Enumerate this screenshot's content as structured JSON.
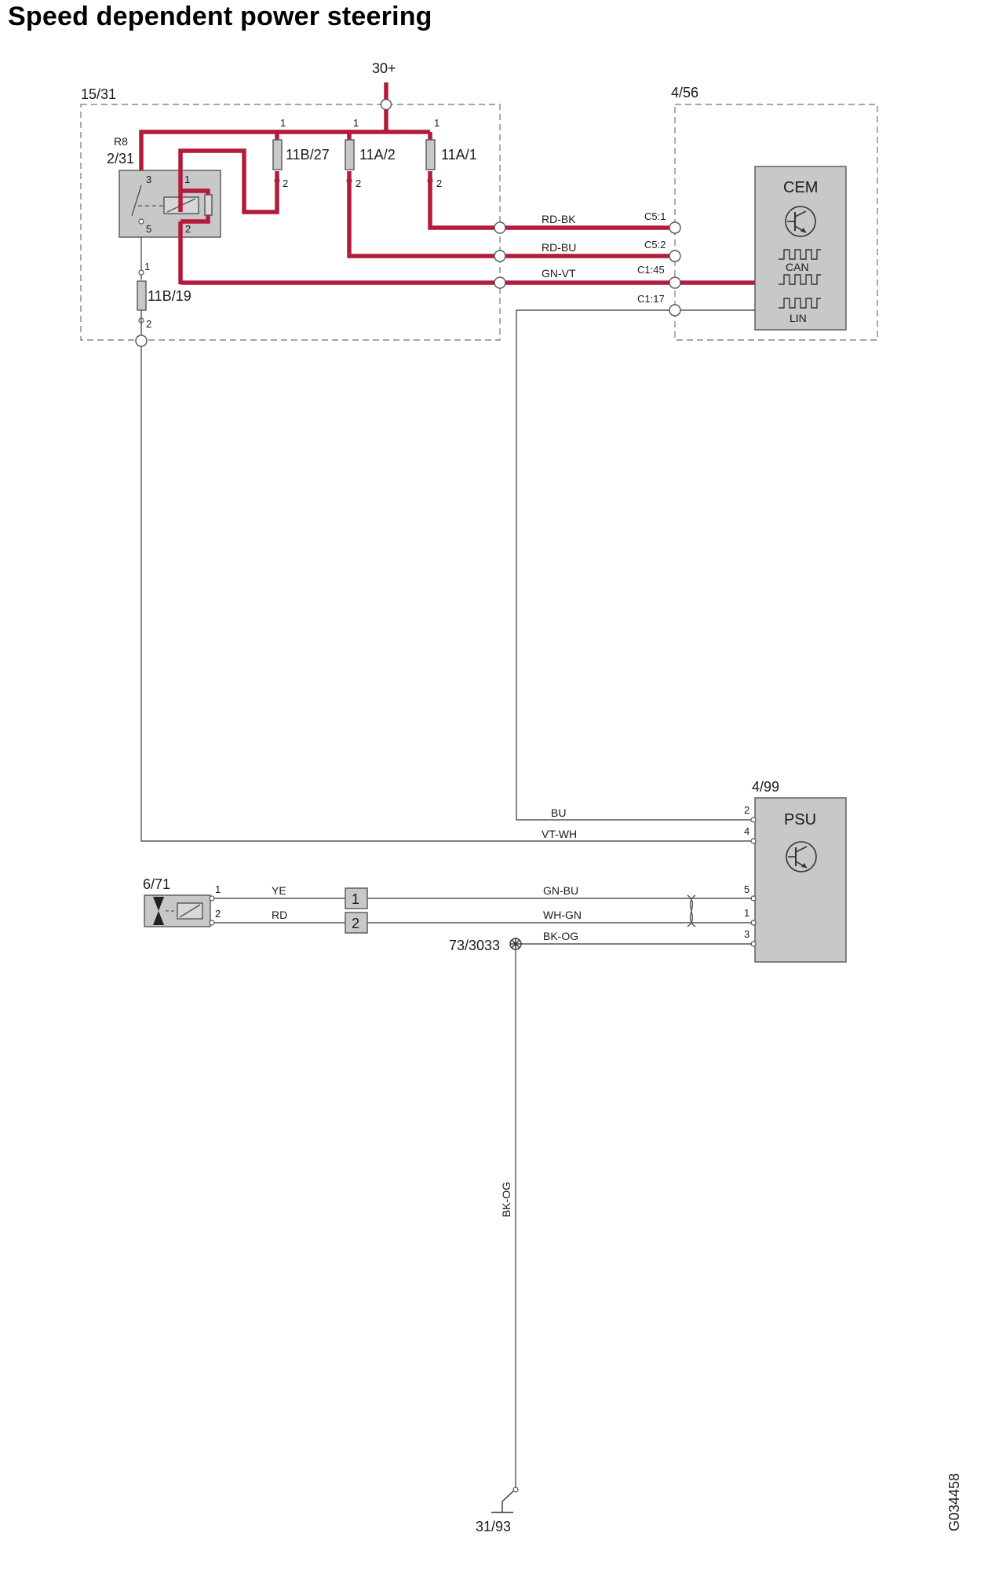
{
  "title": "Speed dependent power steering",
  "image_code": "G034458",
  "components": {
    "box_15_31": "15/31",
    "box_4_56": "4/56",
    "supply": "30+",
    "relay_r8": "R8",
    "relay_id": "2/31",
    "relay_pins": [
      "3",
      "1",
      "5",
      "2"
    ],
    "fuse_11b27": "11B/27",
    "fuse_11a2": "11A/2",
    "fuse_11a1": "11A/1",
    "fuse_11b19": "11B/19",
    "cem": "CEM",
    "can": "CAN",
    "lin": "LIN",
    "psu_id": "4/99",
    "psu": "PSU",
    "sensor_id": "6/71",
    "ground_point": "73/3033",
    "ground": "31/93"
  },
  "pins": {
    "one": "1",
    "two": "2",
    "three": "3",
    "four": "4",
    "five": "5"
  },
  "wires": {
    "rd_bk": "RD-BK",
    "rd_bu": "RD-BU",
    "gn_vt": "GN-VT",
    "bu": "BU",
    "vt_wh": "VT-WH",
    "ye": "YE",
    "rd": "RD",
    "gn_bu": "GN-BU",
    "wh_gn": "WH-GN",
    "bk_og": "BK-OG",
    "bk_og_vertical": "BK-OG"
  },
  "connectors": {
    "c5_1": "C5:1",
    "c5_2": "C5:2",
    "c1_45": "C1:45",
    "c1_17": "C1:17",
    "terminal_1": "1",
    "terminal_2": "2"
  },
  "colors": {
    "power_wire": "#b31b3b",
    "signal_wire": "#555555",
    "module_fill": "#c8c8c8"
  }
}
